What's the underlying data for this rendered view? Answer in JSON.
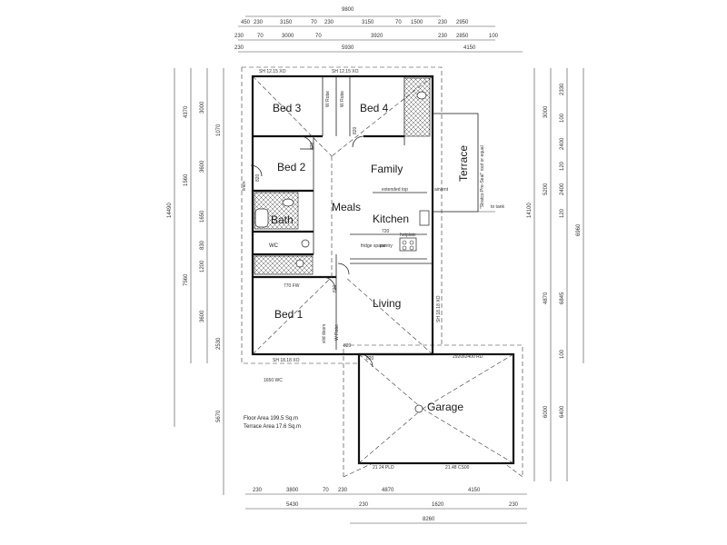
{
  "rooms": {
    "bed3": "Bed 3",
    "bed4": "Bed 4",
    "bed2": "Bed 2",
    "family": "Family",
    "meals": "Meals",
    "kitchen": "Kitchen",
    "bath": "Bath",
    "wc": "WC",
    "living": "Living",
    "bed1": "Bed 1",
    "garage": "Garage",
    "terrace": "Terrace"
  },
  "fixtures": {
    "wrobe_a": "W Robe",
    "wrobe_b": "W Robe",
    "wrobe_c": "W Robe",
    "linen": "linen",
    "slide_doors": "slid doors",
    "fridge": "fridge space",
    "pantry": "pantry",
    "hotplate": "hotplate",
    "rh_fw": "770 FW",
    "extended_top": "extended top",
    "airvent": "airvent",
    "door820_a": "820",
    "door820_b": "820",
    "door820_c": "820",
    "door820_d": "820",
    "door820_e": "820",
    "door820_f": "820",
    "door720": "720"
  },
  "notes": {
    "floor_area": "Floor Area 199.5 Sq.m",
    "terrace_area": "Terrace Area 17.6 Sq.m",
    "terrace_roof": "\"Stratco Pre-Seal\" roof or equal",
    "to_tank": "to tank",
    "garage_door": "2920x2400 RD",
    "plinth_a": "21 24 PLD",
    "plinth_b": "21.48 CS00",
    "window_top_a": "SH 12.15 XO",
    "window_top_b": "SH 12.15 XO",
    "window_bottom": "SH 18.18 XO",
    "window_bed1": "SH 18.18 XO",
    "window_garage_wc": "1650 WC"
  },
  "dims_top": {
    "overall": "9800",
    "r1": [
      "450",
      "230",
      "3150",
      "70",
      "230",
      "3150",
      "70",
      "1500",
      "230",
      "2950"
    ],
    "r2": [
      "230",
      "70",
      "3000",
      "70",
      "3920",
      "230",
      "2850",
      "100"
    ],
    "r3": [
      "230",
      "5930",
      "4150"
    ]
  },
  "dims_left": {
    "overall": "14490",
    "a": [
      "4370",
      "3000",
      "1070",
      "3600",
      "1560",
      "1650",
      "830",
      "1200",
      "3600",
      "2530"
    ],
    "b": [
      "7560",
      "5670"
    ]
  },
  "dims_right": {
    "a": [
      "2330",
      "3000",
      "100",
      "2400",
      "120",
      "2400",
      "120",
      "6960",
      "100"
    ],
    "b": [
      "14100",
      "5200",
      "4870",
      "6845",
      "6400",
      "6000"
    ]
  },
  "dims_bottom": {
    "r1": [
      "230",
      "3800",
      "70",
      "230",
      "4870",
      "4150"
    ],
    "r2": [
      "5430",
      "230",
      "1620",
      "230"
    ],
    "r3": [
      "8260"
    ]
  }
}
